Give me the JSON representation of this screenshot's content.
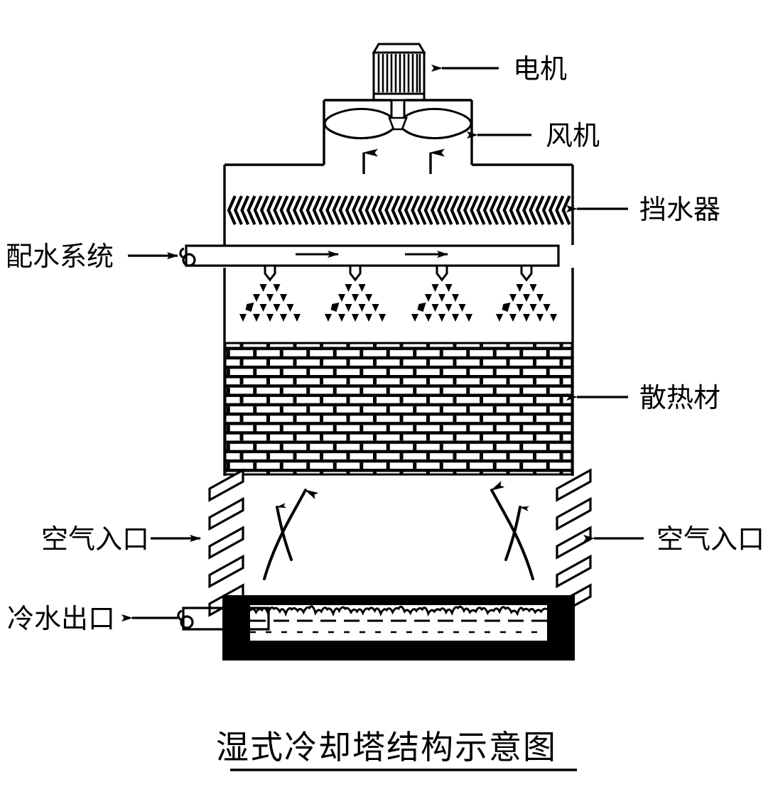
{
  "figure": {
    "title": "湿式冷却塔结构示意图",
    "title_underline": true,
    "background_color": "#ffffff",
    "line_color": "#000000"
  },
  "labels": {
    "motor": "电机",
    "fan": "风机",
    "drift_eliminator": "挡水器",
    "water_distribution_system": "配水系统",
    "fill_material": "散热材",
    "air_inlet_left": "空气入口",
    "air_inlet_right": "空气入口",
    "cold_water_outlet": "冷水出口"
  },
  "components": {
    "motor": {
      "name": "motor",
      "fin_count": 11
    },
    "fan": {
      "name": "axial-fan",
      "blade_count": 4
    },
    "drift_eliminator": {
      "name": "drift-eliminator",
      "chevron_count": 52
    },
    "spray_header": {
      "name": "spray-header-pipe",
      "nozzle_count": 4,
      "flow_arrow_count": 2
    },
    "spray_nozzles": {
      "droplet_rows": [
        2,
        3,
        4,
        5
      ]
    },
    "fill": {
      "name": "fill-media",
      "brick_rows": 14,
      "bricks_per_row": 13
    },
    "air_louvers": {
      "left_count": 5,
      "right_count": 5
    },
    "updraft_arrows": {
      "count": 2
    },
    "airflow_curves": {
      "count": 4
    },
    "basin": {
      "name": "cold-water-basin",
      "water_surface": "wavy"
    },
    "outlet_pipe": {
      "name": "cold-water-outlet-pipe"
    },
    "inlet_pipe": {
      "name": "water-distribution-inlet-pipe"
    }
  }
}
